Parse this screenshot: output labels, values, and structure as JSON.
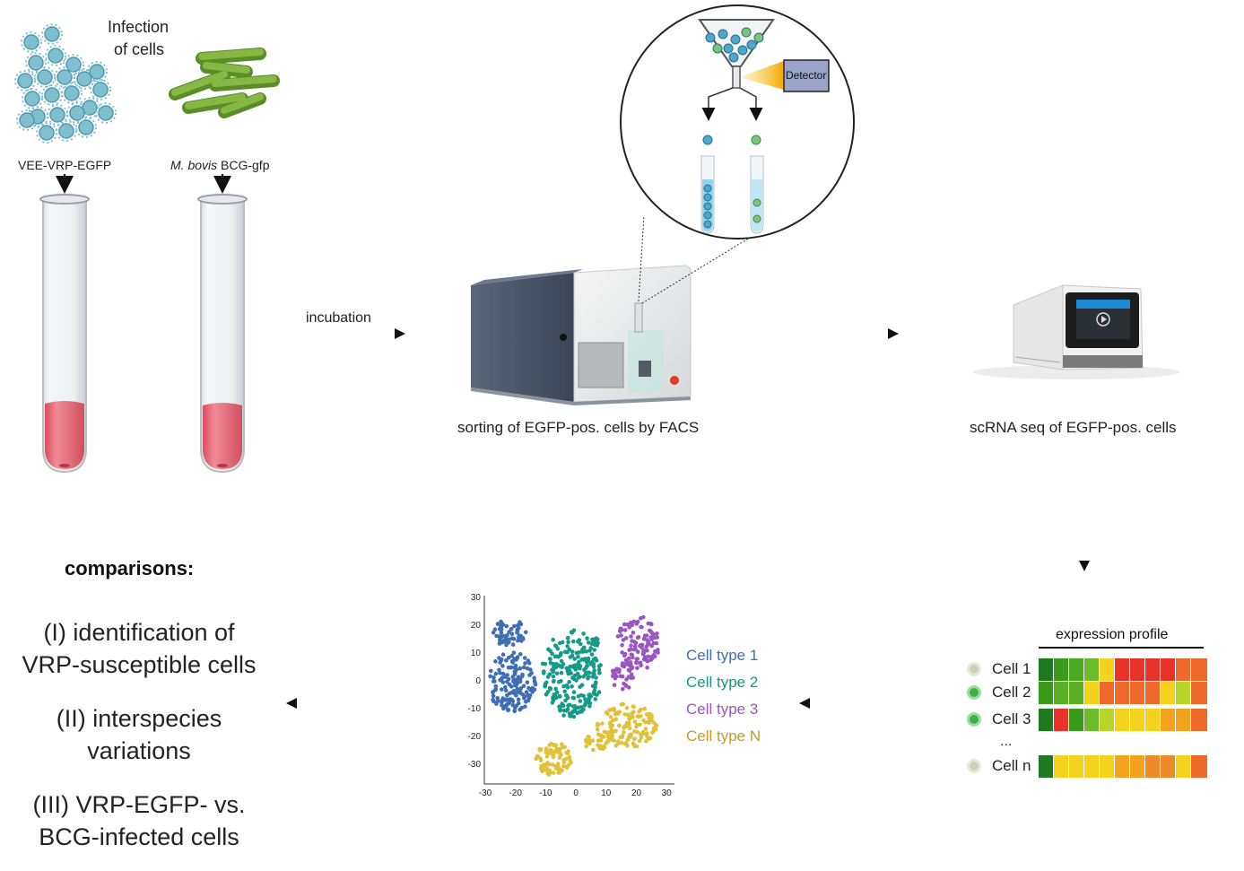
{
  "infection_label_line1": "Infection",
  "infection_label_line2": "of cells",
  "tube_left_label": "VEE-VRP-EGFP",
  "tube_right_label_italic": "M. bovis",
  "tube_right_label_rest": " BCG-gfp",
  "incubation_label": "incubation",
  "detector_label": "Detector",
  "facs_label": "sorting of EGFP-pos. cells by FACS",
  "scrna_label": "scRNA seq of EGFP-pos. cells",
  "comparisons": {
    "title": "comparisons:",
    "item1_line1": "(I) identification of",
    "item1_line2": "VRP-susceptible cells",
    "item2_line1": "(II) interspecies",
    "item2_line2": "variations",
    "item3_line1": "(III) VRP-EGFP- vs.",
    "item3_line2": "BCG-infected cells"
  },
  "expression": {
    "header": "expression profile",
    "ellipsis": "...",
    "rows": [
      {
        "name": "Cell 1",
        "dot": "#c8d4b8",
        "colors": [
          "#1f7a1f",
          "#3a9a1a",
          "#4caa22",
          "#6cbb2a",
          "#f5d21e",
          "#e8322a",
          "#e8322a",
          "#e8322a",
          "#e8322a",
          "#ef6a2a",
          "#ef6a2a"
        ]
      },
      {
        "name": "Cell 2",
        "dot": "#3cb04a",
        "colors": [
          "#3a9a1a",
          "#5aaf22",
          "#5aaf22",
          "#f5d21e",
          "#ef6a2a",
          "#ef6a2a",
          "#ef6a2a",
          "#ef6a2a",
          "#f5d21e",
          "#b8d42a",
          "#ef6a2a"
        ]
      },
      {
        "name": "Cell 3",
        "dot": "#3cb04a",
        "colors": [
          "#1f7a1f",
          "#e8322a",
          "#3a9a1a",
          "#6cbb2a",
          "#b8d42a",
          "#f5d21e",
          "#f5d21e",
          "#f5d21e",
          "#f5a21e",
          "#f5a21e",
          "#ef6a2a"
        ]
      },
      {
        "name": "Cell n",
        "dot": "#c8d4b8",
        "colors": [
          "#1f7a1f",
          "#f5d21e",
          "#f5d21e",
          "#f5d21e",
          "#f5d21e",
          "#f5a21e",
          "#f5a21e",
          "#ef8a2a",
          "#ef8a2a",
          "#f5d21e",
          "#ef6a2a"
        ]
      }
    ]
  },
  "legend": [
    {
      "label": "Cell type 1",
      "color": "#3f6eb5"
    },
    {
      "label": "Cell type 2",
      "color": "#149a86"
    },
    {
      "label": "Cell type 3",
      "color": "#9a56c0"
    },
    {
      "label": "Cell type N",
      "color": "#c89a2a"
    }
  ],
  "chart_data": {
    "type": "scatter",
    "xticks": [
      "-30",
      "-20",
      "-10",
      "0",
      "10",
      "20",
      "30"
    ],
    "yticks": [
      "30",
      "20",
      "10",
      "0",
      "-10",
      "-20",
      "-30"
    ],
    "xlim": [
      -30,
      30
    ],
    "ylim": [
      -38,
      30
    ],
    "clusters": [
      {
        "name": "Cell type 1",
        "color": "#3f6eb5",
        "parts": [
          {
            "cx": -22,
            "cy": 18,
            "rx": 6,
            "ry": 5,
            "n": 55
          },
          {
            "cx": -21,
            "cy": 0,
            "rx": 8,
            "ry": 11,
            "n": 150
          }
        ]
      },
      {
        "name": "Cell type 2",
        "color": "#149a86",
        "parts": [
          {
            "cx": -1,
            "cy": 3,
            "rx": 10,
            "ry": 16,
            "n": 230
          },
          {
            "cx": 6,
            "cy": 15,
            "rx": 2,
            "ry": 3,
            "n": 12
          }
        ]
      },
      {
        "name": "Cell type 3",
        "color": "#9a56c0",
        "parts": [
          {
            "cx": 21,
            "cy": 14,
            "rx": 7,
            "ry": 10,
            "n": 110
          },
          {
            "cx": 16,
            "cy": 2,
            "rx": 4,
            "ry": 5,
            "n": 35
          }
        ]
      },
      {
        "name": "Cell type N",
        "color": "#e0c23a",
        "parts": [
          {
            "cx": 17,
            "cy": -16,
            "rx": 10,
            "ry": 8,
            "n": 130
          },
          {
            "cx": -7,
            "cy": -28,
            "rx": 6,
            "ry": 6,
            "n": 90
          },
          {
            "cx": 7,
            "cy": -22,
            "rx": 4,
            "ry": 3,
            "n": 25
          }
        ]
      }
    ]
  }
}
